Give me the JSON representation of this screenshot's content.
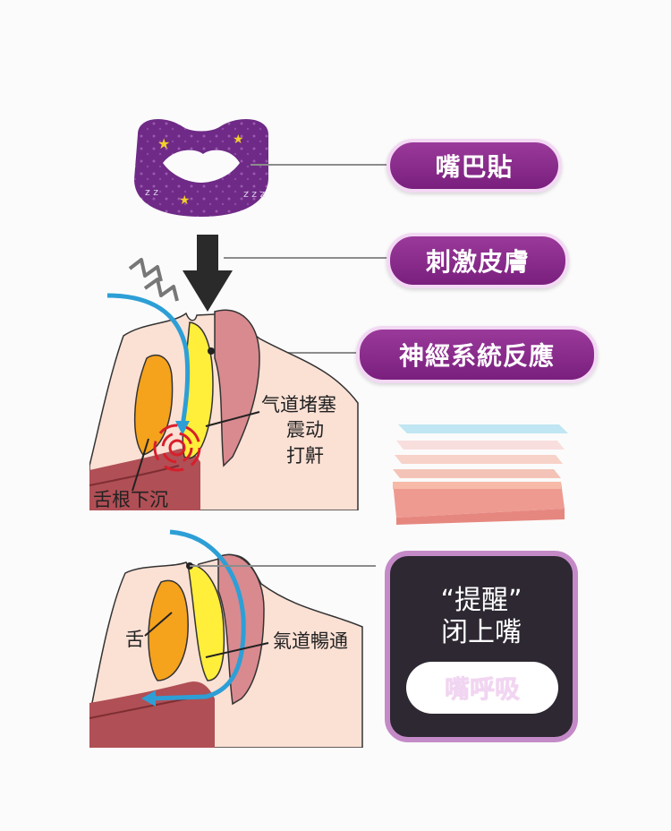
{
  "labels": {
    "mouth_tape": "嘴巴貼",
    "stimulate_skin": "刺激皮膚",
    "nerve_response": "神經系統反應"
  },
  "upper_diagram": {
    "airway_blocked": "气道堵塞",
    "vibrate": "震动",
    "snore": "打鼾",
    "tongue_sinks": "舌根下沉"
  },
  "lower_diagram": {
    "tongue": "舌",
    "airway_clear": "氣道暢通"
  },
  "reminder": {
    "line1": "“提醒”",
    "line2": "闭上嘴",
    "button": "嘴呼吸"
  },
  "colors": {
    "pill_purple": "#7a1f7e",
    "airflow_blue": "#2d9fd6",
    "tongue_orange": "#f5a21c",
    "airway_yellow": "#ffee3a",
    "vibration_red": "#d81e2a"
  }
}
